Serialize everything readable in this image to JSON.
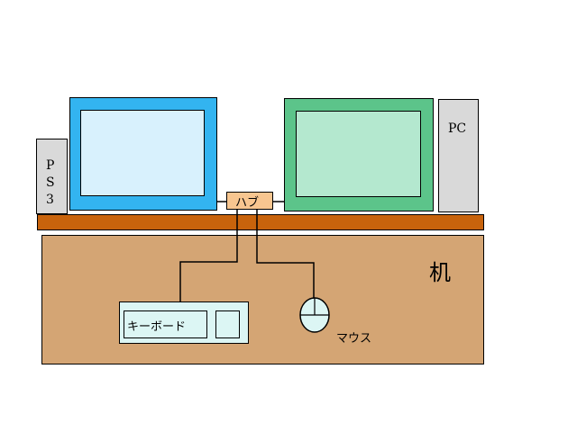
{
  "labels": {
    "ps3": [
      "P",
      "S",
      "3"
    ],
    "pc": "PC",
    "hub": "ハブ",
    "desk": "机",
    "keyboard": "キーボード",
    "mouse": "マウス"
  },
  "colors": {
    "monitor_left_frame": "#33b4f0",
    "monitor_left_screen": "#d8f1fd",
    "monitor_right_frame": "#5cc48a",
    "monitor_right_screen": "#b4e8cf",
    "ps3_body": "#d9d9d9",
    "pc_body": "#d9d9d9",
    "hub": "#f8c690",
    "shelf": "#c8630c",
    "desk": "#d4a574",
    "keyboard": "#dcf6f4",
    "mouse": "#dcf6f4"
  }
}
